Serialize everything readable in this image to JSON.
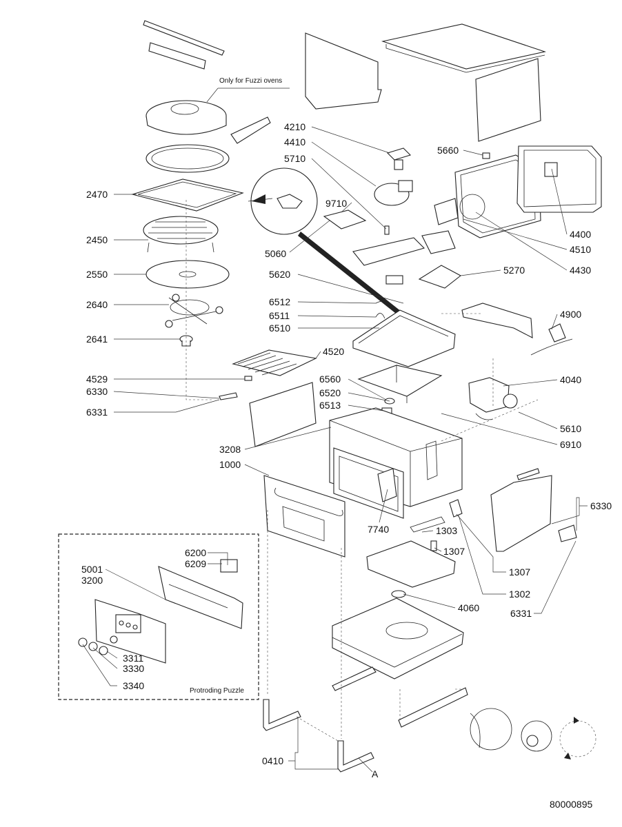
{
  "labels": {
    "fuzzi_note": "Only for Fuzzi ovens",
    "puzzle_note": "Protroding Puzzle",
    "drawing_number": "80000895",
    "p2470": "2470",
    "p2450": "2450",
    "p2550": "2550",
    "p2640": "2640",
    "p2641": "2641",
    "p4529": "4529",
    "p6330a": "6330",
    "p6331a": "6331",
    "p3208": "3208",
    "p1000": "1000",
    "p5001": "5001",
    "p3200": "3200",
    "p6200": "6200",
    "p6209": "6209",
    "p3311": "3311",
    "p3330": "3330",
    "p3340": "3340",
    "p0410": "0410",
    "pA": "A",
    "p4210": "4210",
    "p4410": "4410",
    "p5710": "5710",
    "p9710": "9710",
    "p5060": "5060",
    "p5620": "5620",
    "p6512": "6512",
    "p6511": "6511",
    "p6510": "6510",
    "p4520": "4520",
    "p6560": "6560",
    "p6520": "6520",
    "p6513": "6513",
    "p7740": "7740",
    "p1303": "1303",
    "p1307a": "1307",
    "p1307b": "1307",
    "p1302": "1302",
    "p4060": "4060",
    "p5660": "5660",
    "p4400": "4400",
    "p4510": "4510",
    "p4430": "4430",
    "p5270": "5270",
    "p4900": "4900",
    "p4040": "4040",
    "p5610": "5610",
    "p6910": "6910",
    "p6330b": "6330",
    "p6331b": "6331"
  },
  "icons": [
    "oven-cavity",
    "turntable-plate",
    "grill-rack",
    "door-panel",
    "control-panel",
    "magnetron",
    "fan-motor",
    "grill-element",
    "foot-bracket"
  ]
}
